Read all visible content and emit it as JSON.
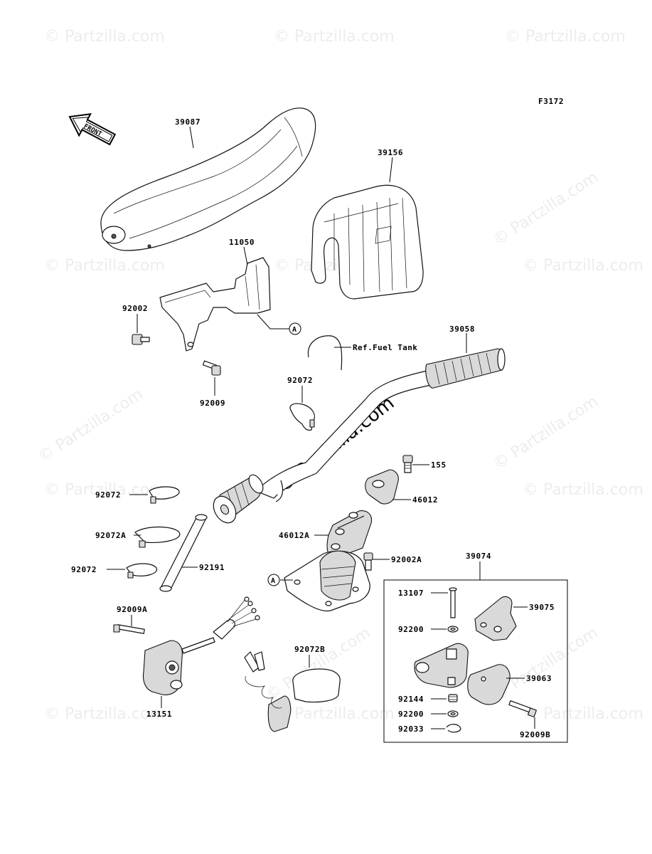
{
  "diagram_code": "F3172",
  "front_arrow": {
    "label": "FRONT",
    "icon": "front-direction-arrow-icon"
  },
  "watermark": {
    "text": "© Partzilla.com"
  },
  "reference_note": "Ref.Fuel Tank",
  "callout_letter": "A",
  "parts": {
    "p39087": "39087",
    "p39156": "39156",
    "p11050": "11050",
    "p92002": "92002",
    "p92009": "92009",
    "p39058": "39058",
    "p92072_a": "92072",
    "p155": "155",
    "p46012": "46012",
    "p46012A": "46012A",
    "p92002A": "92002A",
    "p92072_b": "92072",
    "p92072A": "92072A",
    "p92072_c": "92072",
    "p92191": "92191",
    "p92009A": "92009A",
    "p13151": "13151",
    "p92072B": "92072B",
    "p39074": "39074",
    "p13107": "13107",
    "p39075": "39075",
    "p92200_a": "92200",
    "p39063": "39063",
    "p92144": "92144",
    "p92200_b": "92200",
    "p92033": "92033",
    "p92009B": "92009B"
  }
}
